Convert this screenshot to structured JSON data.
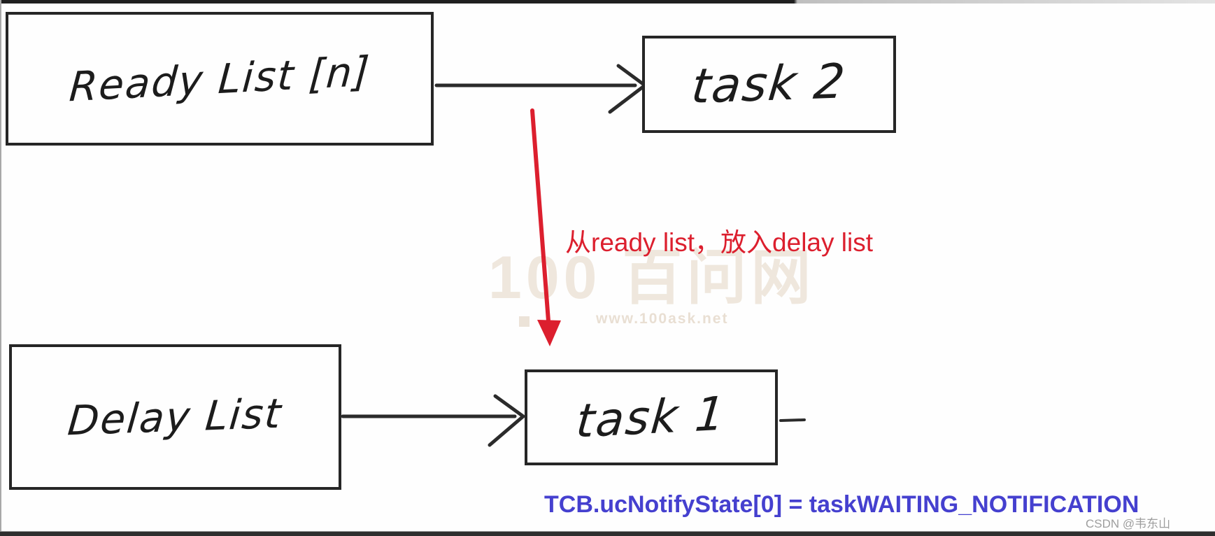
{
  "colors": {
    "annotation_red": "#dc1f2e",
    "equation_blue": "#4540cf",
    "ink_black": "#262626"
  },
  "boxes": {
    "ready_list": {
      "label": "Ready List [n]"
    },
    "task2": {
      "label": "task 2"
    },
    "delay_list": {
      "label": "Delay List"
    },
    "task1": {
      "label": "task 1"
    }
  },
  "annotation": {
    "text": "从ready list，放入delay list"
  },
  "equation": {
    "text": "TCB.ucNotifyState[0] = taskWAITING_NOTIFICATION"
  },
  "watermarks": {
    "site_logo": "100 百问网",
    "site_url": "www.100ask.net",
    "csdn_credit": "CSDN @韦东山"
  }
}
